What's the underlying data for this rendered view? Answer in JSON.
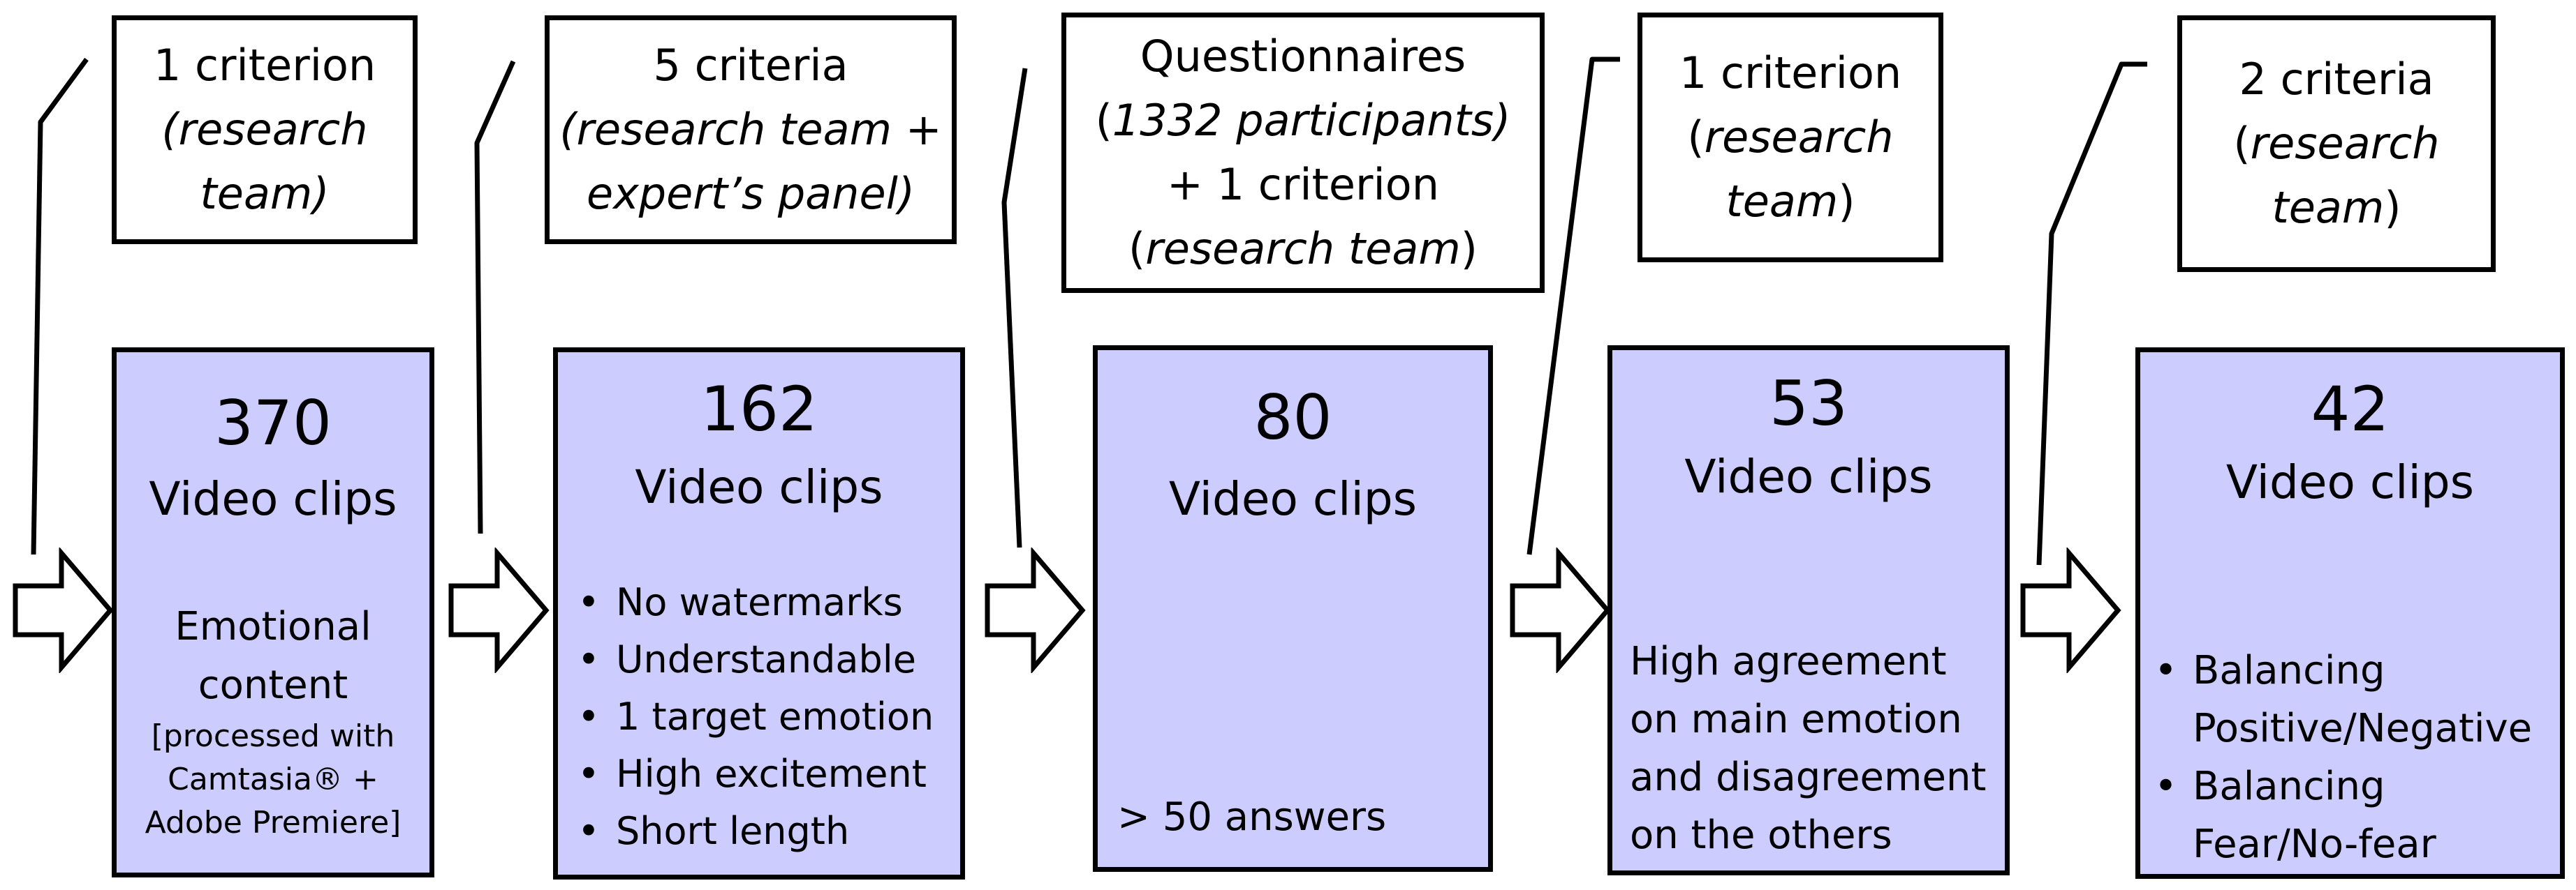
{
  "criteria_boxes": [
    {
      "lines": [
        {
          "parts": [
            {
              "t": "1 criterion",
              "i": false
            }
          ]
        },
        {
          "parts": [
            {
              "t": "(research",
              "i": true
            }
          ]
        },
        {
          "parts": [
            {
              "t": "team)",
              "i": true
            }
          ]
        }
      ]
    },
    {
      "lines": [
        {
          "parts": [
            {
              "t": "5 criteria",
              "i": false
            }
          ]
        },
        {
          "parts": [
            {
              "t": "(research team +",
              "i": true
            }
          ]
        },
        {
          "parts": [
            {
              "t": "expert’s panel)",
              "i": true
            }
          ]
        }
      ]
    },
    {
      "lines": [
        {
          "parts": [
            {
              "t": "Questionnaires",
              "i": false
            }
          ]
        },
        {
          "parts": [
            {
              "t": "(",
              "i": false
            },
            {
              "t": "1332 participants)",
              "i": true
            }
          ]
        },
        {
          "parts": [
            {
              "t": "+ 1 criterion",
              "i": false
            }
          ]
        },
        {
          "parts": [
            {
              "t": "(",
              "i": false
            },
            {
              "t": "research team",
              "i": true
            },
            {
              "t": ")",
              "i": false
            }
          ]
        }
      ]
    },
    {
      "lines": [
        {
          "parts": [
            {
              "t": "1 criterion",
              "i": false
            }
          ]
        },
        {
          "parts": [
            {
              "t": "(",
              "i": false
            },
            {
              "t": "research",
              "i": true
            }
          ]
        },
        {
          "parts": [
            {
              "t": "team",
              "i": true
            },
            {
              "t": ")",
              "i": false
            }
          ]
        }
      ]
    },
    {
      "lines": [
        {
          "parts": [
            {
              "t": "2 criteria",
              "i": false
            }
          ]
        },
        {
          "parts": [
            {
              "t": "(",
              "i": false
            },
            {
              "t": "research",
              "i": true
            }
          ]
        },
        {
          "parts": [
            {
              "t": "team",
              "i": true
            },
            {
              "t": ")",
              "i": false
            }
          ]
        }
      ]
    }
  ],
  "stages": [
    {
      "count": "370",
      "unit": "Video clips",
      "description": [
        "Emotional",
        "content"
      ],
      "note": [
        "[processed with",
        "Camtasia® +",
        "Adobe Premiere]"
      ]
    },
    {
      "count": "162",
      "unit": "Video clips",
      "bullets": [
        "No watermarks",
        "Understandable",
        "1 target emotion",
        "High excitement",
        "Short length"
      ]
    },
    {
      "count": "80",
      "unit": "Video clips",
      "description": [
        "> 50 answers"
      ]
    },
    {
      "count": "53",
      "unit": "Video clips",
      "description": [
        "High agreement",
        "on main emotion",
        "and disagreement",
        "on the others"
      ]
    },
    {
      "count": "42",
      "unit": "Video clips",
      "bullets": [
        "Balancing",
        "Balancing"
      ],
      "bullet_continuations": [
        "Positive/Negative",
        "Fear/No-fear"
      ]
    }
  ],
  "colors": {
    "stage_fill": "#ccccff",
    "border": "#000000",
    "arrow_fill": "#ffffff"
  }
}
